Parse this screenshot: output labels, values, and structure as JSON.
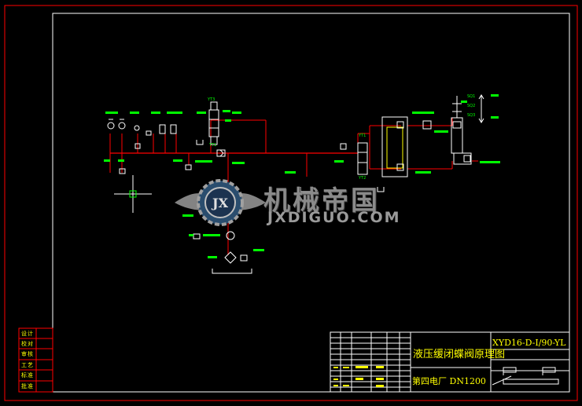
{
  "title_block": {
    "drawing_title": "液压缓闭蝶阀原理图",
    "drawing_code": "XYD16-D-I/90-YL",
    "client": "第四电厂 DN1200"
  },
  "signature_labels": [
    "设计",
    "校对",
    "审核",
    "工艺",
    "标准",
    "批准"
  ],
  "watermark": {
    "brand_cn": "机械帝国",
    "brand_en": "JXDIGUO.COM",
    "logo_letters": "JX"
  },
  "diagram_labels": {
    "yt1": "YT1",
    "yt2": "YT2",
    "yt3": "YT3",
    "sq1": "SQ1",
    "sq2": "SQ2",
    "sq3": "SQ3"
  },
  "colors": {
    "frame": "#ff0000",
    "border": "#ffffff",
    "pipe": "#ff0000",
    "text": "#00ff00",
    "title_text": "#ffff00",
    "components": "#ffffff",
    "background": "#000000"
  }
}
